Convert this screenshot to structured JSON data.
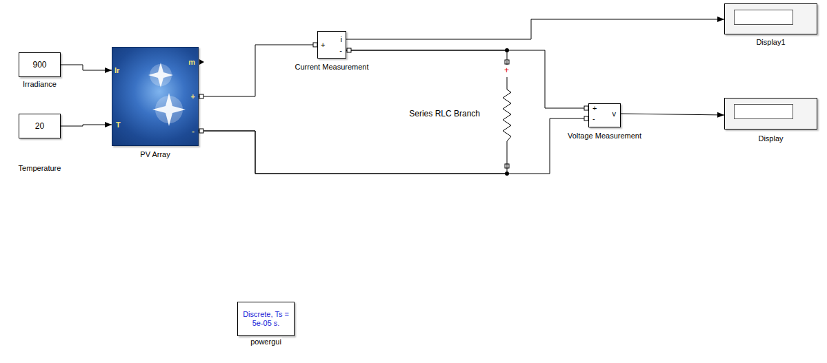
{
  "diagram": {
    "nodes": [
      {
        "text": [
          "900",
          "Irradiance"
        ]
      },
      {
        "text": [
          "20",
          "Temperature"
        ]
      },
      {
        "text": [
          "Ir",
          "T",
          "m",
          "+",
          "-",
          "PV Array"
        ]
      },
      {
        "text": [
          "+",
          "i",
          "-",
          "Current Measurement"
        ]
      },
      {
        "text": [
          "+",
          "Series RLC Branch"
        ]
      },
      {
        "text": [
          "+",
          "-",
          "v",
          "Voltage Measurement"
        ]
      },
      {
        "text": [
          "Display1"
        ]
      },
      {
        "text": [
          "Display"
        ]
      },
      {
        "text": [
          "Discrete, Ts = 5e-05 s.",
          "powergui"
        ]
      }
    ],
    "edges": [
      {
        "from": 0,
        "to": 2,
        "arrow": "to"
      },
      {
        "from": 1,
        "to": 2,
        "arrow": "to"
      },
      {
        "from": 2,
        "to": 3,
        "arrow": "none"
      },
      {
        "from": 3,
        "to": 6,
        "arrow": "to"
      },
      {
        "from": 3,
        "to": 4,
        "arrow": "none"
      },
      {
        "from": 3,
        "to": 5,
        "arrow": "none"
      },
      {
        "from": 2,
        "to": 4,
        "arrow": "none"
      },
      {
        "from": 2,
        "to": 5,
        "arrow": "none"
      },
      {
        "from": 5,
        "to": 7,
        "arrow": "to"
      }
    ]
  }
}
